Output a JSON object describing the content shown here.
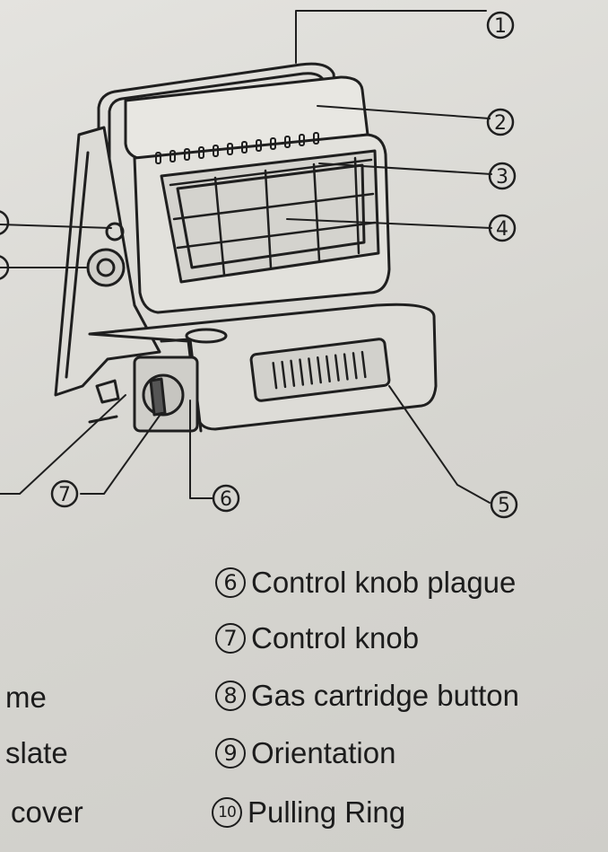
{
  "callouts": [
    {
      "number": "1"
    },
    {
      "number": "2"
    },
    {
      "number": "3"
    },
    {
      "number": "4"
    },
    {
      "number": "5"
    },
    {
      "number": "6"
    },
    {
      "number": "7"
    }
  ],
  "legend": [
    {
      "number": "6",
      "label": "Control knob plague"
    },
    {
      "number": "7",
      "label": "Control knob"
    },
    {
      "number": "8",
      "label": "Gas cartridge button"
    },
    {
      "number": "9",
      "label": "Orientation"
    },
    {
      "number": "10",
      "label": "Pulling Ring"
    }
  ],
  "left_fragments": [
    "me",
    "slate",
    "cover"
  ]
}
